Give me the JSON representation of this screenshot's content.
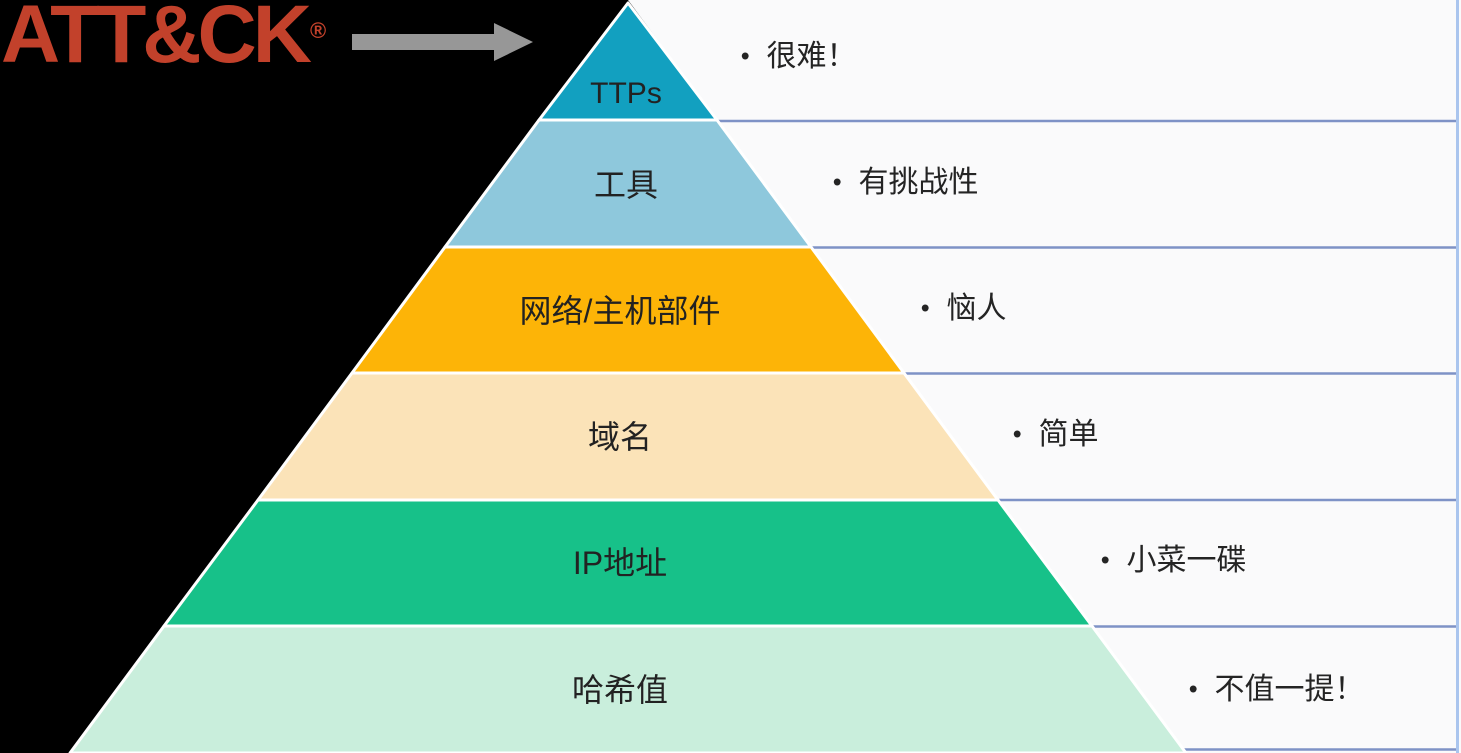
{
  "logo": {
    "text": "ATT&CK",
    "registered": "®",
    "color": "#c2412b"
  },
  "arrow": {
    "color": "#979797"
  },
  "pyramid": {
    "tiers": [
      {
        "label": "TTPs",
        "color": "#12a0c0",
        "difficulty": "很难！"
      },
      {
        "label": "工具",
        "color": "#8ec8dc",
        "difficulty": "有挑战性"
      },
      {
        "label": "网络/主机部件",
        "color": "#fdb407",
        "difficulty": "恼人"
      },
      {
        "label": "域名",
        "color": "#fbe3b8",
        "difficulty": "简单"
      },
      {
        "label": "IP地址",
        "color": "#17c189",
        "difficulty": "小菜一碟"
      },
      {
        "label": "哈希值",
        "color": "#c9eedc",
        "difficulty": "不值一提！"
      }
    ],
    "bullet": "•"
  },
  "colors": {
    "background": "#000000",
    "panel_background": "#fafafb",
    "divider_line": "#7e92c6",
    "edge_line": "#aac5ee",
    "tier_border": "#ffffff"
  }
}
